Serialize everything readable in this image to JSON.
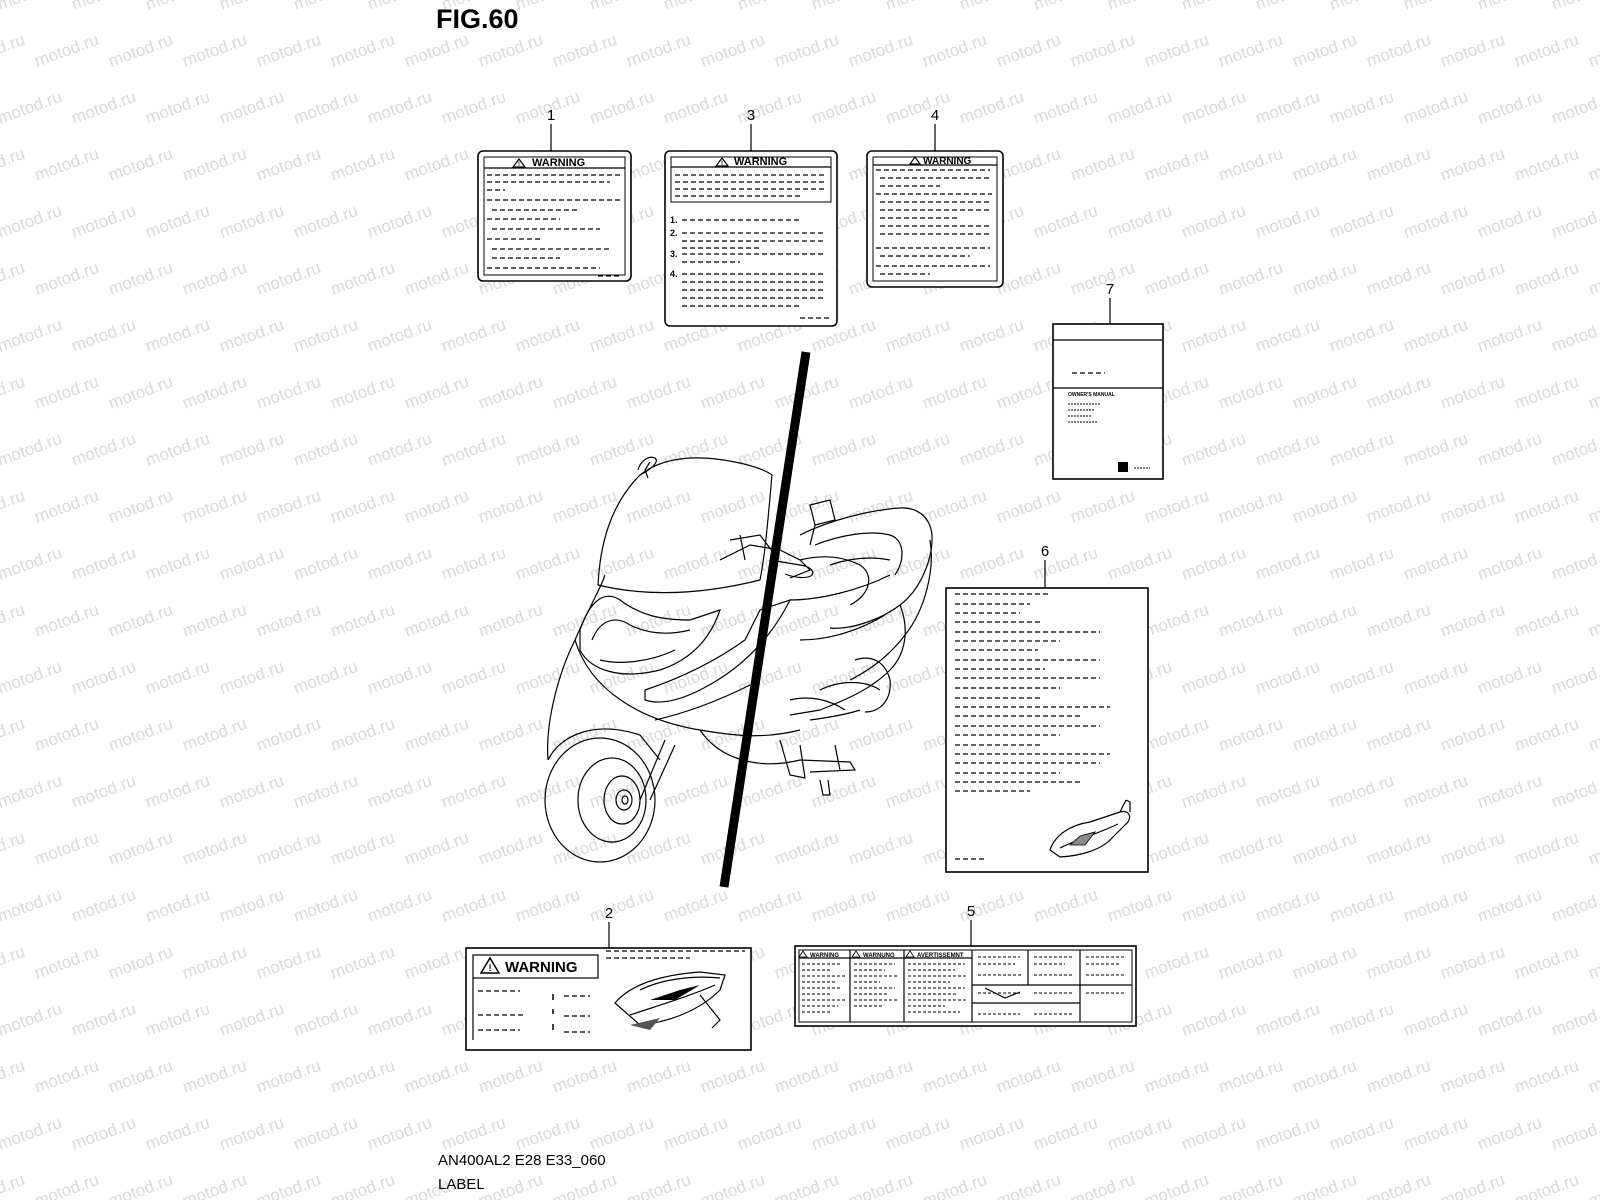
{
  "figure": {
    "title": "FIG.60",
    "model_code": "AN400AL2 E28 E33_060",
    "section_name": "LABEL"
  },
  "watermark": {
    "text": "motod.ru",
    "color": "#d9d9d9"
  },
  "labels": [
    {
      "ref": "1",
      "heading": "WARNING"
    },
    {
      "ref": "2",
      "heading": "WARNING"
    },
    {
      "ref": "3",
      "heading": "WARNING"
    },
    {
      "ref": "4",
      "heading": "WARNING"
    },
    {
      "ref": "5",
      "headings": [
        "WARNING",
        "WARNUNG",
        "AVERTISSEMNT"
      ]
    },
    {
      "ref": "6"
    },
    {
      "ref": "7",
      "cover_text": "OWNER'S MANUAL"
    }
  ]
}
